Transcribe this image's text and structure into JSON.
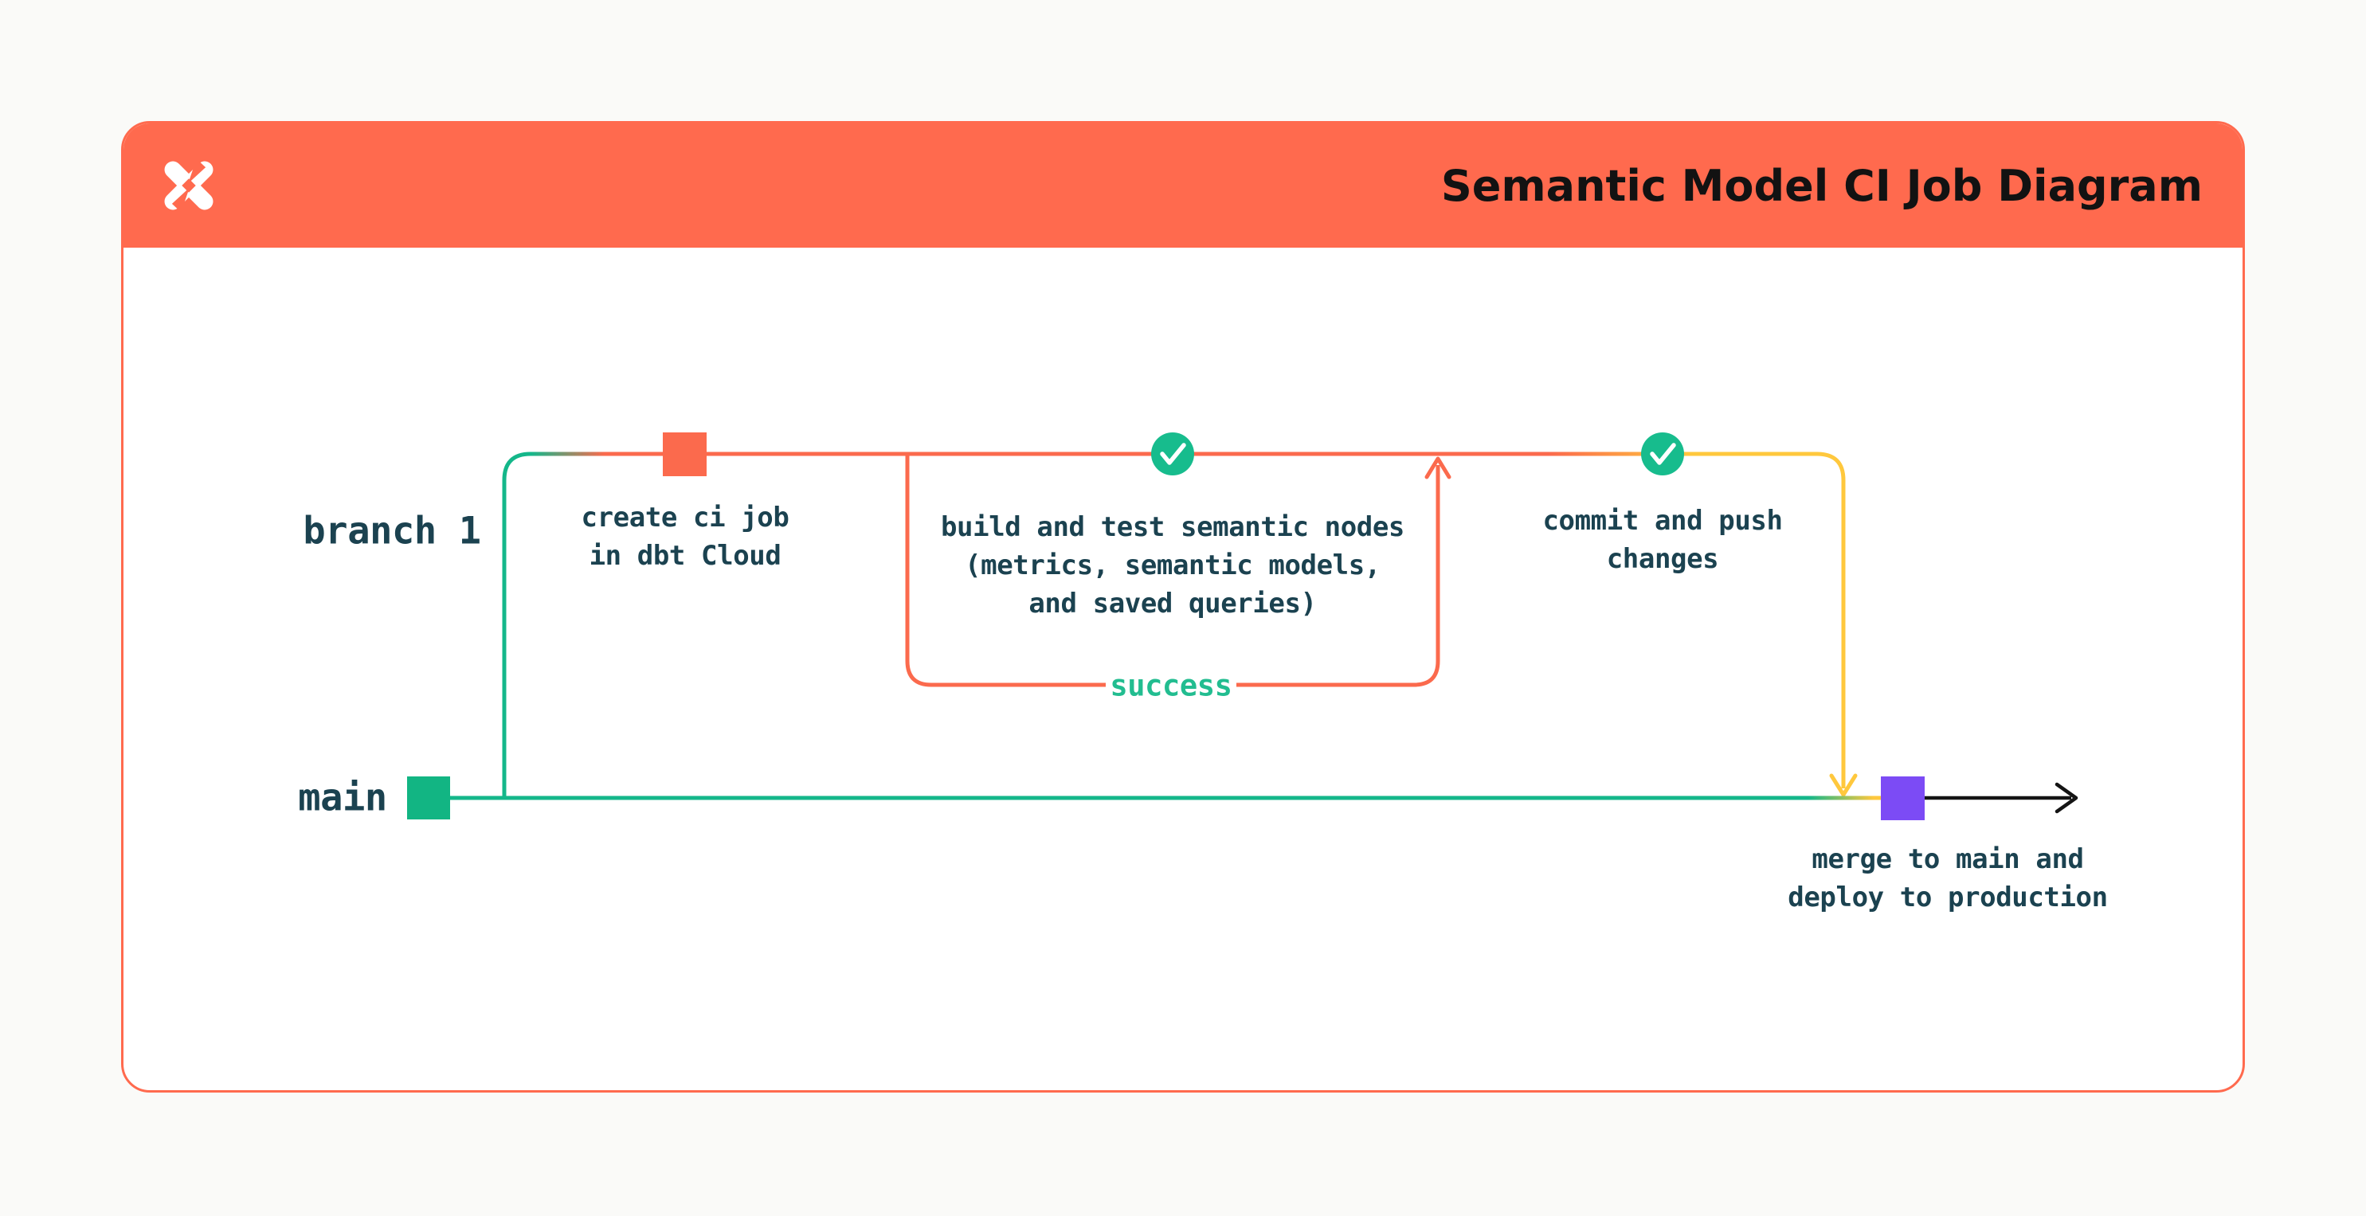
{
  "header": {
    "title": "Semantic Model CI Job Diagram",
    "logo_icon": "dbt-logo"
  },
  "diagram": {
    "branch_label": "branch 1",
    "main_label": "main",
    "success_label": "success",
    "steps": {
      "create": "create ci job\nin dbt Cloud",
      "build": "build and test semantic nodes\n(metrics, semantic models,\nand saved queries)",
      "commit": "commit and push\nchanges",
      "merge": "merge to main and\ndeploy to production"
    }
  },
  "colors": {
    "bg": "#FAFAF8",
    "card-bg": "#FFFFFF",
    "orange": "#FF6A4E",
    "line-orange": "#FB6A4D",
    "green": "#14B78A",
    "green-square": "#12B583",
    "check-green": "#17BC8D",
    "success-green": "#22BD90",
    "yellow": "#FFC83D",
    "purple": "#7C4BF5",
    "label": "#1B4250",
    "title": "#121212",
    "black-line": "#141414"
  }
}
